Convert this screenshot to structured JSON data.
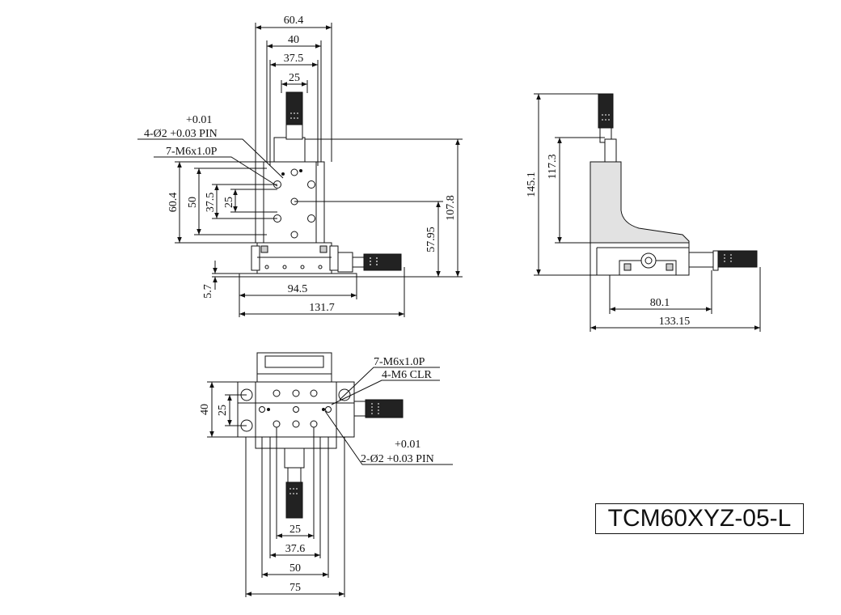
{
  "title": "TCM60XYZ-05-L",
  "front_view": {
    "dims": {
      "w60_4": "60.4",
      "w40": "40",
      "w37_5": "37.5",
      "w25": "25",
      "h60_4": "60.4",
      "h50": "50",
      "h37_5": "37.5",
      "h25": "25",
      "h107_8": "107.8",
      "h57_95": "57.95",
      "w94_5": "94.5",
      "w131_7": "131.7",
      "h5_7": "5.7"
    },
    "callouts": {
      "tol_plus": "+0.01",
      "pin": "4-Ø2 +0.03 PIN",
      "thread": "7-M6x1.0P"
    }
  },
  "side_view": {
    "dims": {
      "h145_1": "145.1",
      "h117_3": "117.3",
      "w80_1": "80.1",
      "w133_15": "133.15"
    }
  },
  "top_view": {
    "dims": {
      "h40": "40",
      "h25": "25",
      "w25": "25",
      "w37_6": "37.6",
      "w50": "50",
      "w75": "75"
    },
    "callouts": {
      "thread": "7-M6x1.0P",
      "clr": "4-M6 CLR",
      "tol_plus": "+0.01",
      "pin": "2-Ø2 +0.03 PIN"
    }
  },
  "colors": {
    "line": "#111111",
    "shade": "#dcdcdc",
    "micrometer": "#222222"
  }
}
